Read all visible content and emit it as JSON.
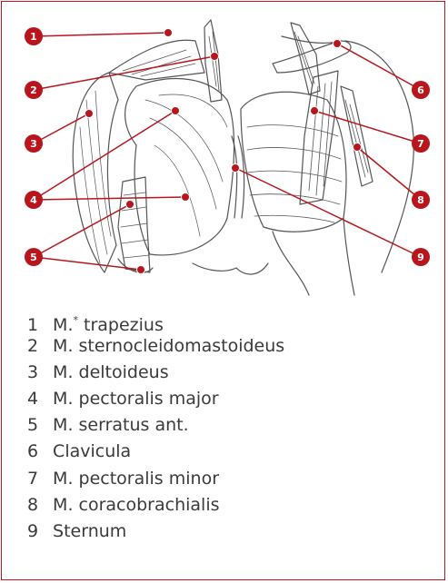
{
  "colors": {
    "accent": "#b8161c",
    "ink": "#3a3a3a",
    "drawing": "#555555"
  },
  "callouts": [
    "1",
    "2",
    "3",
    "4",
    "5",
    "6",
    "7",
    "8",
    "9"
  ],
  "legend": [
    {
      "num": "1",
      "name_pre": "M.",
      "sup": "*",
      "name_post": " trapezius"
    },
    {
      "num": "2",
      "name": "M. sternocleidomastoideus"
    },
    {
      "num": "3",
      "name": "M. deltoideus"
    },
    {
      "num": "4",
      "name": "M. pectoralis major"
    },
    {
      "num": "5",
      "name": "M. serratus ant."
    },
    {
      "num": "6",
      "name": "Clavicula"
    },
    {
      "num": "7",
      "name": "M. pectoralis minor"
    },
    {
      "num": "8",
      "name": "M. coracobrachialis"
    },
    {
      "num": "9",
      "name": "Sternum"
    }
  ]
}
